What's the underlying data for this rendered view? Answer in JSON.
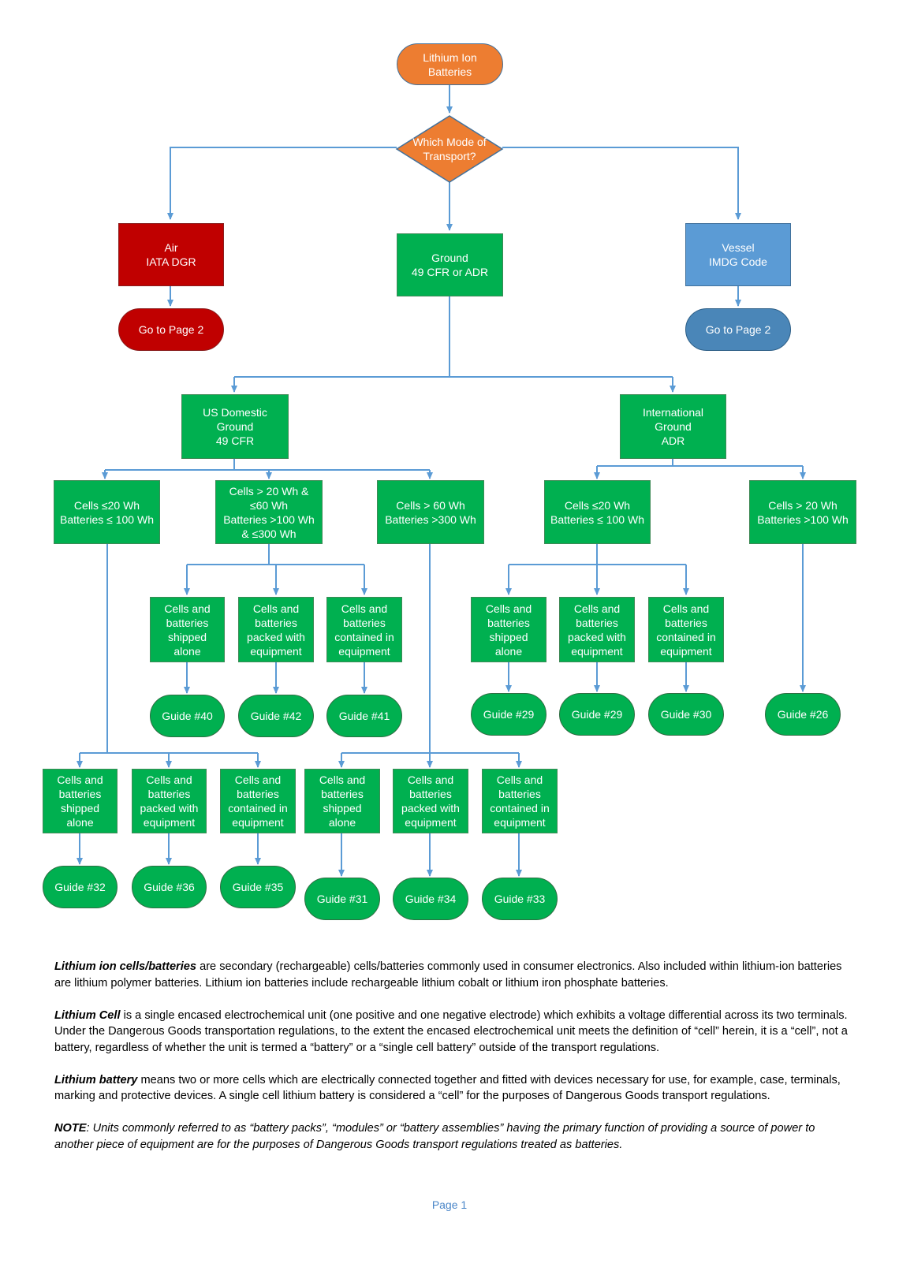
{
  "diagram": {
    "root": {
      "label": "Lithium Ion\nBatteries"
    },
    "question": {
      "label": "Which Mode of\nTransport?"
    },
    "modes": {
      "air": {
        "label": "Air\nIATA DGR",
        "goto": "Go to Page 2"
      },
      "ground": {
        "label": "Ground\n49 CFR or ADR"
      },
      "vessel": {
        "label": "Vessel\nIMDG Code",
        "goto": "Go to Page 2"
      }
    },
    "us_domestic": {
      "label": "US Domestic\nGround\n49 CFR",
      "categories": [
        {
          "label": "Cells ≤20 Wh\nBatteries ≤ 100 Wh",
          "options": [
            {
              "label": "Cells and\nbatteries\nshipped\nalone",
              "guide": "Guide #32"
            },
            {
              "label": "Cells and\nbatteries\npacked with\nequipment",
              "guide": "Guide #36"
            },
            {
              "label": "Cells and\nbatteries\ncontained in\nequipment",
              "guide": "Guide #35"
            }
          ]
        },
        {
          "label": "Cells > 20 Wh &\n≤60 Wh\nBatteries >100 Wh\n& ≤300 Wh",
          "options": [
            {
              "label": "Cells and\nbatteries\nshipped\nalone",
              "guide": "Guide #40"
            },
            {
              "label": "Cells and\nbatteries\npacked with\nequipment",
              "guide": "Guide #42"
            },
            {
              "label": "Cells and\nbatteries\ncontained in\nequipment",
              "guide": "Guide #41"
            }
          ]
        },
        {
          "label": "Cells > 60 Wh\nBatteries >300 Wh",
          "options": [
            {
              "label": "Cells and\nbatteries\nshipped\nalone",
              "guide": "Guide #31"
            },
            {
              "label": "Cells and\nbatteries\npacked with\nequipment",
              "guide": "Guide #34"
            },
            {
              "label": "Cells and\nbatteries\ncontained in\nequipment",
              "guide": "Guide #33"
            }
          ]
        }
      ]
    },
    "international": {
      "label": "International\nGround\nADR",
      "categories": [
        {
          "label": "Cells ≤20 Wh\nBatteries ≤ 100 Wh",
          "options": [
            {
              "label": "Cells and\nbatteries\nshipped\nalone",
              "guide": "Guide #29"
            },
            {
              "label": "Cells and\nbatteries\npacked with\nequipment",
              "guide": "Guide #29"
            },
            {
              "label": "Cells and\nbatteries\ncontained in\nequipment",
              "guide": "Guide #30"
            }
          ]
        },
        {
          "label": "Cells > 20 Wh\nBatteries >100 Wh",
          "guide": "Guide #26"
        }
      ]
    }
  },
  "colors": {
    "connector": "#5b9bd5",
    "green": "#00b050",
    "orange": "#ed7d31",
    "red": "#c00000",
    "blue": "#5b9bd5"
  },
  "definitions": [
    {
      "term": "Lithium ion cells/batteries",
      "text": " are secondary (rechargeable) cells/batteries commonly used in consumer electronics. Also included within lithium-ion batteries are lithium polymer batteries. Lithium ion batteries include rechargeable lithium cobalt or lithium iron phosphate batteries."
    },
    {
      "term": "Lithium Cell",
      "text": " is a single encased electrochemical unit (one positive and one negative electrode) which exhibits a voltage differential across its two terminals. Under the Dangerous Goods transportation regulations, to the extent the encased electrochemical unit meets the definition of “cell” herein, it is a “cell”, not a battery, regardless of whether the unit is termed a “battery” or a “single cell battery” outside of the transport regulations."
    },
    {
      "term": "Lithium battery",
      "text": " means two or more cells which are electrically connected together and fitted with devices necessary for use, for example, case, terminals, marking and protective devices. A single cell lithium battery is considered a “cell” for the purposes of Dangerous Goods transport regulations."
    },
    {
      "term": "NOTE",
      "text": ": Units commonly referred to as “battery packs”, “modules” or “battery assemblies” having the primary function of providing a source of power to another piece of equipment are for the purposes of Dangerous Goods transport regulations treated as batteries."
    }
  ],
  "page_label": "Page 1"
}
